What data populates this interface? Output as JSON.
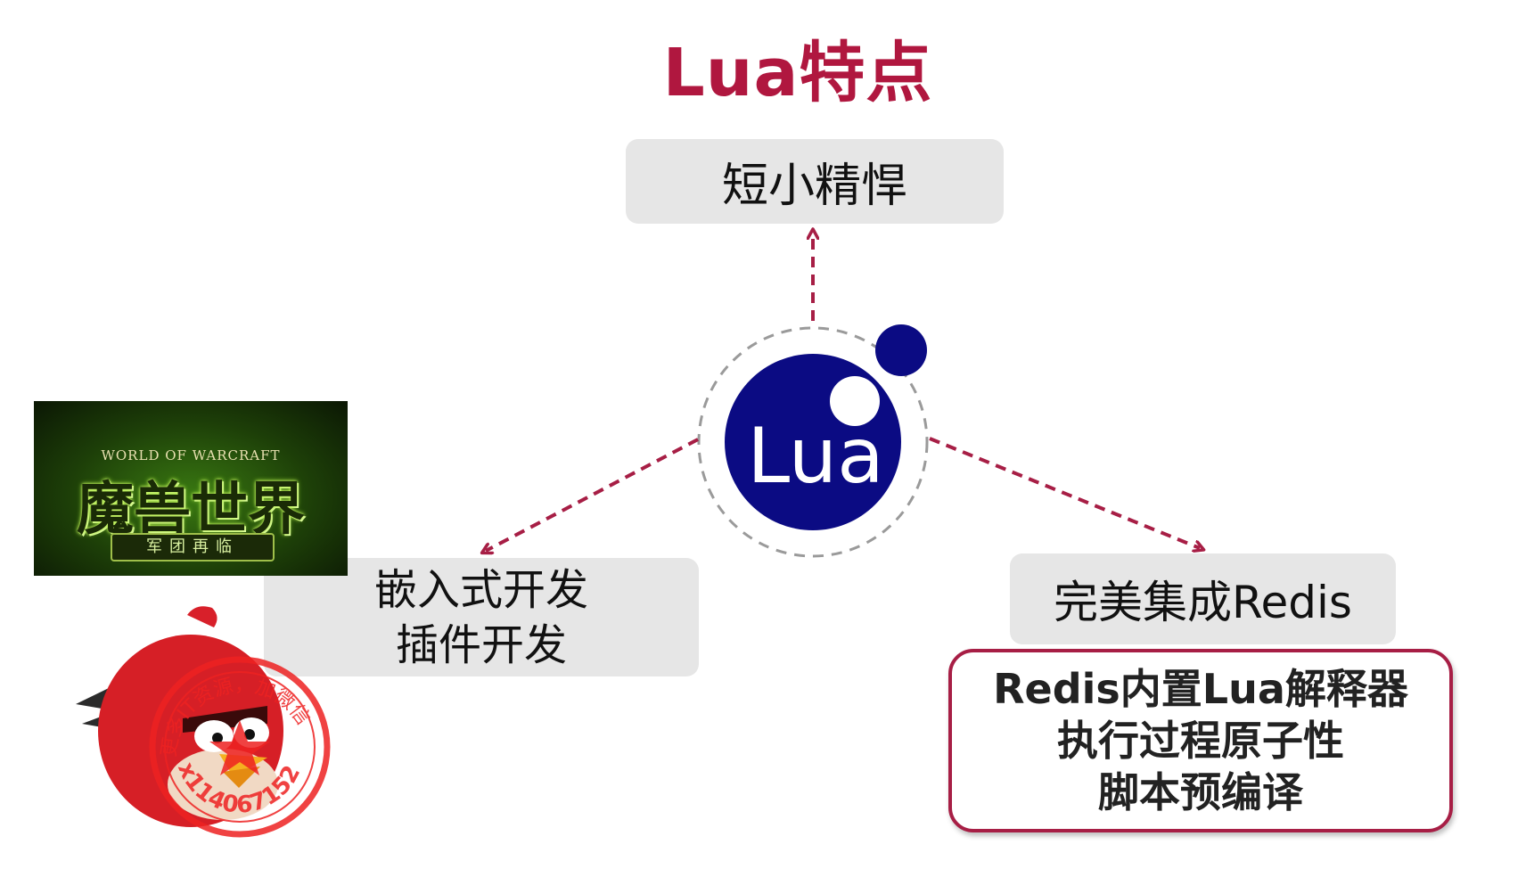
{
  "title": "Lua特点",
  "nodes": {
    "top": "短小精悍",
    "left": [
      "嵌入式开发",
      "插件开发"
    ],
    "right": "完美集成Redis"
  },
  "center_logo": "Lua",
  "details": [
    "Redis内置Lua解释器",
    "执行过程原子性",
    "脚本预编译"
  ],
  "game_logo": {
    "small": "WORLD OF WARCRAFT",
    "big": "魔兽世界",
    "sub": "军团再临"
  },
  "stamp": {
    "top": "更多IT资源，加微信",
    "bottom": "x114067152"
  },
  "colors": {
    "accent": "#b0173f",
    "lua_blue": "#0b0b83",
    "box_bg": "#e6e6e6"
  }
}
